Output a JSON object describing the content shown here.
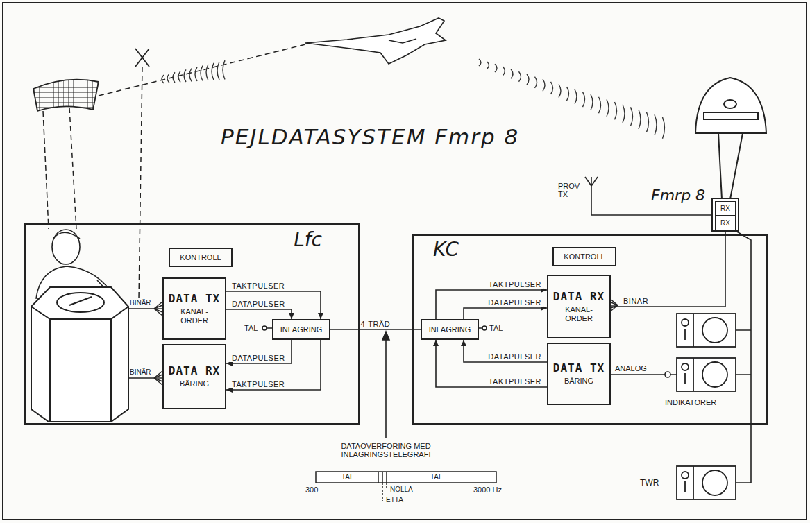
{
  "diagram": {
    "title": "PEJLDATASYSTEM Fmrp 8",
    "nodes": [
      {
        "text": [
          "Lfc"
        ]
      },
      {
        "text": [
          "KONTROLL"
        ],
        "in": 0
      },
      {
        "text": [
          "DATA TX",
          "KANAL- ORDER"
        ],
        "in": 0
      },
      {
        "text": [
          "DATA RX",
          "BÄRING"
        ],
        "in": 0
      },
      {
        "text": [
          "INLAGRING"
        ],
        "in": 0
      },
      {
        "text": [
          "KC"
        ]
      },
      {
        "text": [
          "KONTROLL"
        ],
        "in": 5
      },
      {
        "text": [
          "DATA RX",
          "KANAL- ORDER"
        ],
        "in": 5
      },
      {
        "text": [
          "DATA TX",
          "BÄRING"
        ],
        "in": 5
      },
      {
        "text": [
          "INLAGRING"
        ],
        "in": 5
      },
      {
        "text": [
          "RX"
        ]
      },
      {
        "text": [
          "RX"
        ]
      }
    ],
    "edges": [
      {
        "from": 2,
        "to": 4,
        "label": "TAKTPULSER",
        "arrow": "to"
      },
      {
        "from": 2,
        "to": 4,
        "label": "DATAPULSER",
        "arrow": "to"
      },
      {
        "from": 4,
        "to": 3,
        "label": "DATAPULSER",
        "arrow": "to"
      },
      {
        "from": 4,
        "to": 3,
        "label": "TAKTPULSER",
        "arrow": "to"
      },
      {
        "from": 4,
        "to": 9,
        "label": "4-TRÅD",
        "arrow": "none"
      },
      {
        "from": 9,
        "to": 7,
        "label": "TAKTPULSER",
        "arrow": "to"
      },
      {
        "from": 9,
        "to": 7,
        "label": "DATAPULSER",
        "arrow": "to"
      },
      {
        "from": 8,
        "to": 9,
        "label": "DATAPULSER",
        "arrow": "to"
      },
      {
        "from": 8,
        "to": 9,
        "label": "TAKTPULSER",
        "arrow": "to"
      },
      {
        "from": 11,
        "to": 7,
        "label": "BINÄR",
        "arrow": "none"
      }
    ],
    "labels": [
      "PROV TX",
      "Fmrp 8",
      "BINÄR",
      "BINÄR",
      "TAL",
      "TAL",
      "ANALOG",
      "INDIKATORER",
      "TWR",
      "DATAÖVERFÖRING MED INLAGRINGSTELEGRAFI",
      "TAL",
      "TAL",
      "300",
      "3000 Hz",
      "NOLLA",
      "ETTA"
    ]
  }
}
